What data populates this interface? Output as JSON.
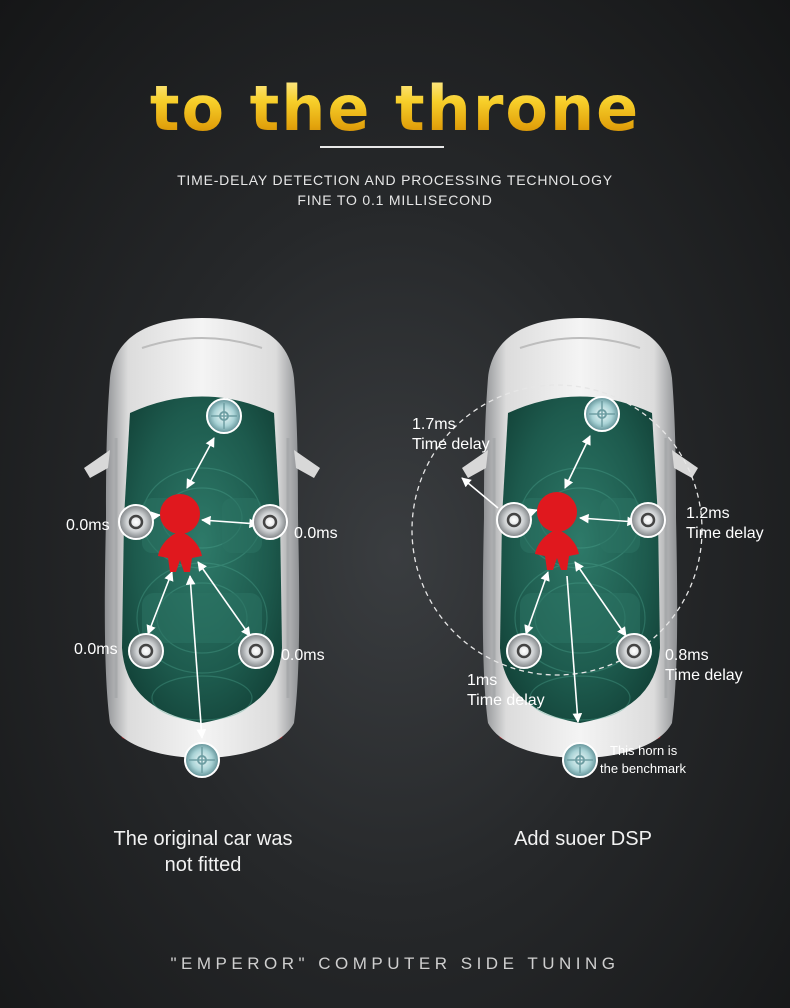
{
  "title": "TO THE THRONE",
  "subtitle": {
    "line1": "TIME-DELAY DETECTION AND PROCESSING TECHNOLOGY",
    "line2": "FINE TO 0.1 MILLISECOND"
  },
  "left_car": {
    "caption_line1": "The original car was",
    "caption_line2": "not fitted",
    "labels": {
      "front_left": "0.0ms",
      "front_right": "0.0ms",
      "rear_left": "0.0ms",
      "rear_right": "0.0ms"
    }
  },
  "right_car": {
    "caption": "Add suoer DSP",
    "labels": {
      "front_left_value": "1.7ms",
      "front_left_text": "Time delay",
      "front_right_value": "1.2ms",
      "front_right_text": "Time delay",
      "rear_left_value": "1ms",
      "rear_left_text": "Time delay",
      "rear_right_value": "0.8ms",
      "rear_right_text": "Time delay",
      "benchmark_line1": "This horn is",
      "benchmark_line2": "the benchmark"
    }
  },
  "footer": "\"EMPEROR\" COMPUTER SIDE TUNING",
  "colors": {
    "title_gold": "#f2c318",
    "person_red": "#e0181e",
    "cabin_teal": "#1f5e52"
  }
}
